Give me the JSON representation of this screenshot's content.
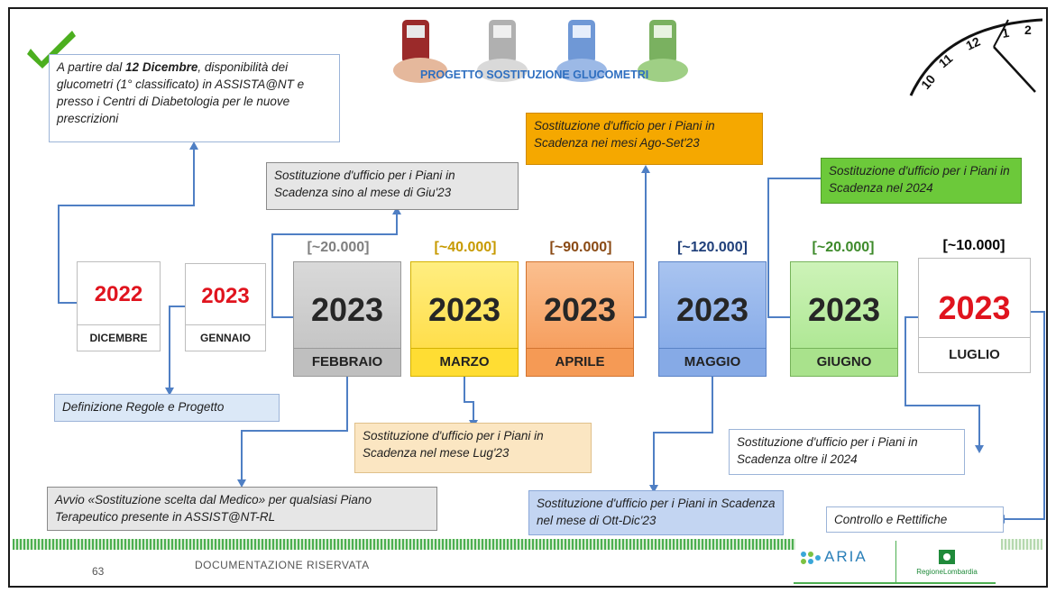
{
  "title": "PROGETTO SOSTITUZIONE GLUCOMETRI",
  "intro_note": {
    "pre": "A partire dal ",
    "bold": "12 Dicembre",
    "post": ", disponibilità dei glucometri (1° classificato) in ASSISTA@NT e presso i Centri di Diabetologia per le nuove prescrizioni"
  },
  "notes": {
    "febbraio_top": "Sostituzione d'ufficio per i Piani in Scadenza sino al mese di Giu'23",
    "aprile_top": "Sostituzione d'ufficio per i Piani in Scadenza nei mesi Ago-Set'23",
    "giugno_top": "Sostituzione d'ufficio per i Piani in Scadenza nel 2024",
    "gennaio_bottom": "Definizione Regole e Progetto",
    "febbraio_bottom": "Avvio «Sostituzione scelta dal Medico» per qualsiasi Piano Terapeutico presente in ASSIST@NT-RL",
    "marzo_bottom": "Sostituzione d'ufficio per i Piani in Scadenza nel mese Lug'23",
    "maggio_bottom": "Sostituzione d'ufficio per i Piani in Scadenza nel mese di Ott-Dic'23",
    "luglio_bottom": "Sostituzione d'ufficio per i Piani in Scadenza oltre il 2024",
    "luglio_control": "Controllo e Rettifiche"
  },
  "months": [
    {
      "year": "2022",
      "month": "DICEMBRE",
      "count": "",
      "color": "#ffffff",
      "year_color": "#e0141e"
    },
    {
      "year": "2023",
      "month": "GENNAIO",
      "count": "",
      "color": "#ffffff",
      "year_color": "#e0141e"
    },
    {
      "year": "2023",
      "month": "FEBBRAIO",
      "count": "[~20.000]",
      "color": "#c9c9c9",
      "year_color": "#262626",
      "count_color": "#7f7f7f"
    },
    {
      "year": "2023",
      "month": "MARZO",
      "count": "[~40.000]",
      "color": "#ffe45c",
      "year_color": "#262626",
      "count_color": "#c79a00"
    },
    {
      "year": "2023",
      "month": "APRILE",
      "count": "[~90.000]",
      "color": "#f8a86a",
      "year_color": "#262626",
      "count_color": "#8a4a14"
    },
    {
      "year": "2023",
      "month": "MAGGIO",
      "count": "[~120.000]",
      "color": "#8fb2ec",
      "year_color": "#262626",
      "count_color": "#1f3f7a"
    },
    {
      "year": "2023",
      "month": "GIUGNO",
      "count": "[~20.000]",
      "color": "#b6ec9c",
      "year_color": "#262626",
      "count_color": "#3d8a2a"
    },
    {
      "year": "2023",
      "month": "LUGLIO",
      "count": "[~10.000]",
      "color": "#ffffff",
      "year_color": "#e0141e",
      "count_color": "#000000"
    }
  ],
  "footer": {
    "page_number": "63",
    "confidential": "DOCUMENTAZIONE RISERVATA",
    "logo_aria": "ARIA",
    "logo_regione": "RegioneLombardia"
  },
  "colors": {
    "connector": "#4f7fc4",
    "note_blue_bg": "#dbe8f7",
    "note_gray_bg": "#e6e6e6",
    "note_orange_bg": "#f5a800",
    "note_green_bg": "#6cc93a",
    "note_peach_bg": "#fbe6c2",
    "note_maggio_bg": "#c3d5f2"
  }
}
